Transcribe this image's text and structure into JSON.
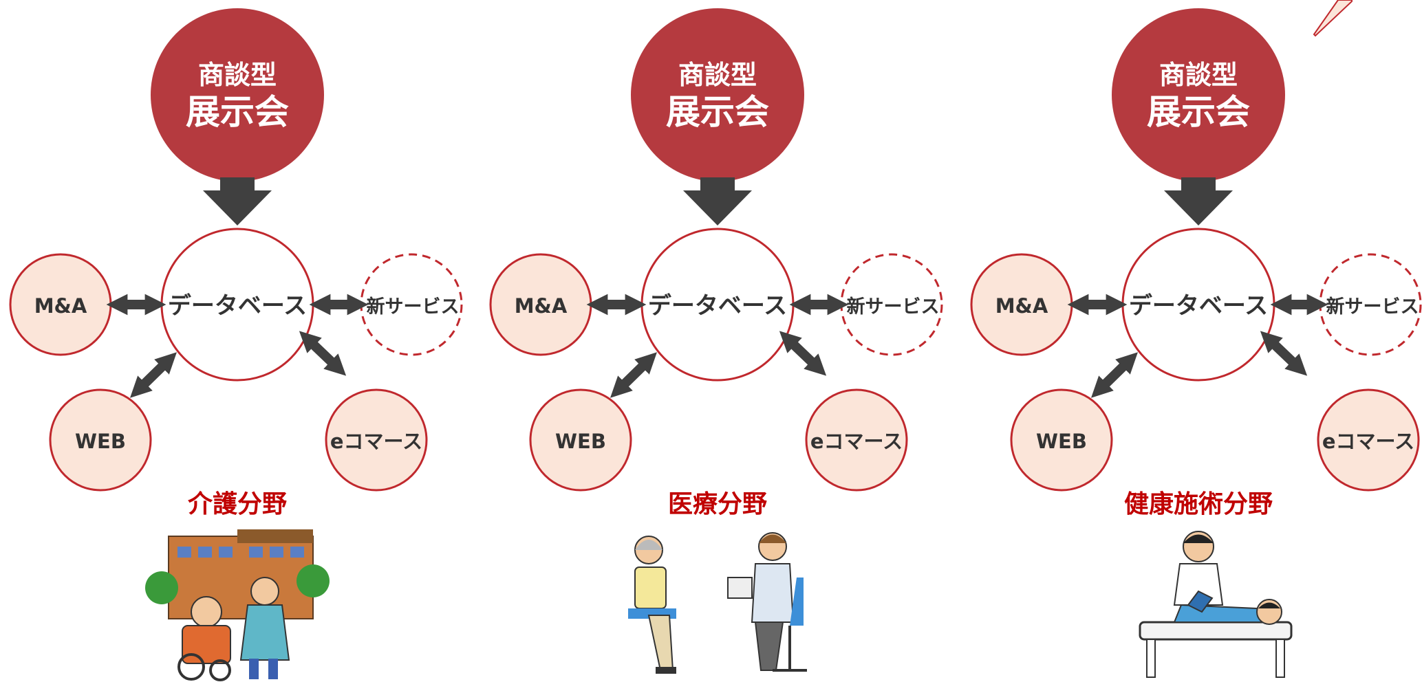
{
  "colors": {
    "hub_fill": "#b53a3f",
    "node_fill": "#fbe5d9",
    "node_stroke": "#c0282d",
    "arrow": "#404040",
    "field_text": "#c00000",
    "text": "#333333"
  },
  "panels": [
    {
      "hub": {
        "line1": "商談型",
        "line2": "展示会"
      },
      "database": "データベース",
      "nodes": {
        "ma": "M&A",
        "new_service": "新サービス",
        "web": "WEB",
        "ecommerce": "eコマース"
      },
      "field": "介護分野",
      "illustration": "elderly-care-illustration"
    },
    {
      "hub": {
        "line1": "商談型",
        "line2": "展示会"
      },
      "database": "データベース",
      "nodes": {
        "ma": "M&A",
        "new_service": "新サービス",
        "web": "WEB",
        "ecommerce": "eコマース"
      },
      "field": "医療分野",
      "illustration": "doctor-consultation-illustration"
    },
    {
      "hub": {
        "line1": "商談型",
        "line2": "展示会"
      },
      "database": "データベース",
      "nodes": {
        "ma": "M&A",
        "new_service": "新サービス",
        "web": "WEB",
        "ecommerce": "eコマース"
      },
      "field": "健康施術分野",
      "illustration": "massage-therapy-illustration"
    }
  ]
}
